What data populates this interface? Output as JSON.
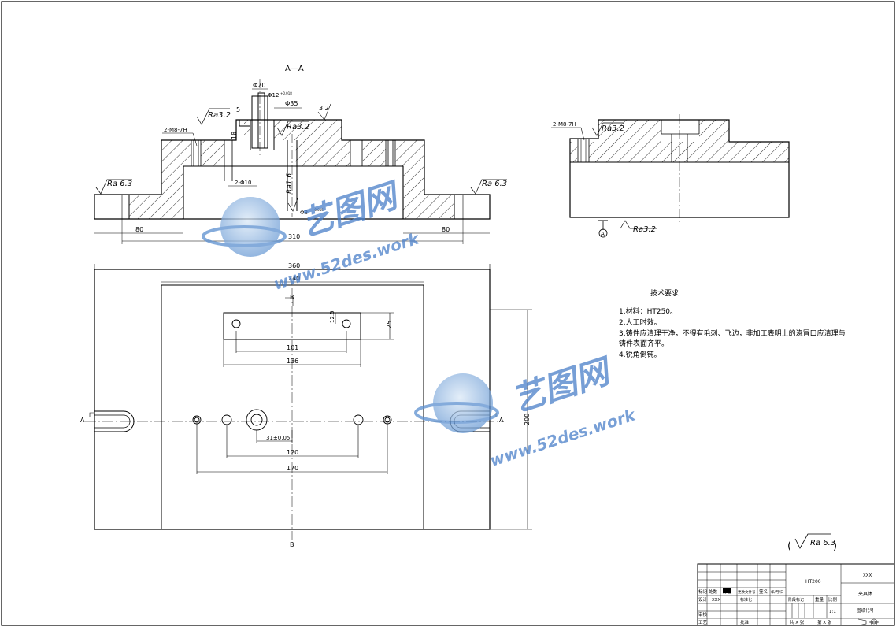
{
  "section_title": "A—A",
  "dimensions_section": {
    "d20": "Φ20",
    "d12": "Φ12",
    "d12_tol": "+0.018",
    "d35": "Φ35",
    "angle": "3.2",
    "five": "5",
    "eighteen": "18",
    "hole_2_m8": "2-M8-7H",
    "hole_2_d10": "2-Φ10",
    "d8": "Φ8",
    "d8_tol": "+0.015",
    "w80_left": "80",
    "w80_right": "80",
    "w310": "310"
  },
  "roughness": {
    "ra_3_2": "Ra3.2",
    "ra_3_2_b": "Ra3.2",
    "ra_1_6": "Ra1.6",
    "ra_6_3_left": "Ra 6.3",
    "ra_6_3_right": "Ra 6.3",
    "ra_3_2_side": "Ra3.2",
    "ra_3_2_bottom": "Ra3.2",
    "ra_6_3_general": "Ra 6.3",
    "paren_open": "(",
    "paren_close": ")"
  },
  "side_view": {
    "hole_label": "2-M8-7H",
    "datum": "A"
  },
  "plan_view": {
    "w360": "360",
    "w240": "240",
    "w101": "101",
    "w136": "136",
    "h25": "25",
    "h12_5": "12.5",
    "w31": "31±0.05",
    "w120": "120",
    "w170": "170",
    "h200": "200",
    "b_top": "B",
    "b_bottom": "B",
    "a_left": "A",
    "a_right": "A"
  },
  "tech_requirements": {
    "title": "技术要求",
    "items": [
      "1.材料：HT250。",
      "2.人工时效。",
      "3.铸件应清理干净，不得有毛刺、飞边，非加工表明上的浇冒口应清理与",
      "铸件表面齐平。",
      "4.锐角倒钝。"
    ]
  },
  "watermark": {
    "brand": "艺图网",
    "url": "www.52des.work"
  },
  "title_block": {
    "material": "HT200",
    "drawing_name_top": "XXX",
    "drawing_name": "夹具体",
    "row_labels": [
      "标记",
      "处数",
      "分区",
      "更改文件号",
      "签名",
      "年/月/日"
    ],
    "design": "设计",
    "designer": "XXX",
    "standardize": "标准化",
    "review": "审核",
    "process": "工艺",
    "approve": "批准",
    "stage_mark": "阶段标记",
    "weight": "重量",
    "scale_label": "比例",
    "scale": "1:1",
    "sheets_total": "共 X 张",
    "sheet_no": "第 X 张",
    "drawing_code": "图纸代号"
  }
}
